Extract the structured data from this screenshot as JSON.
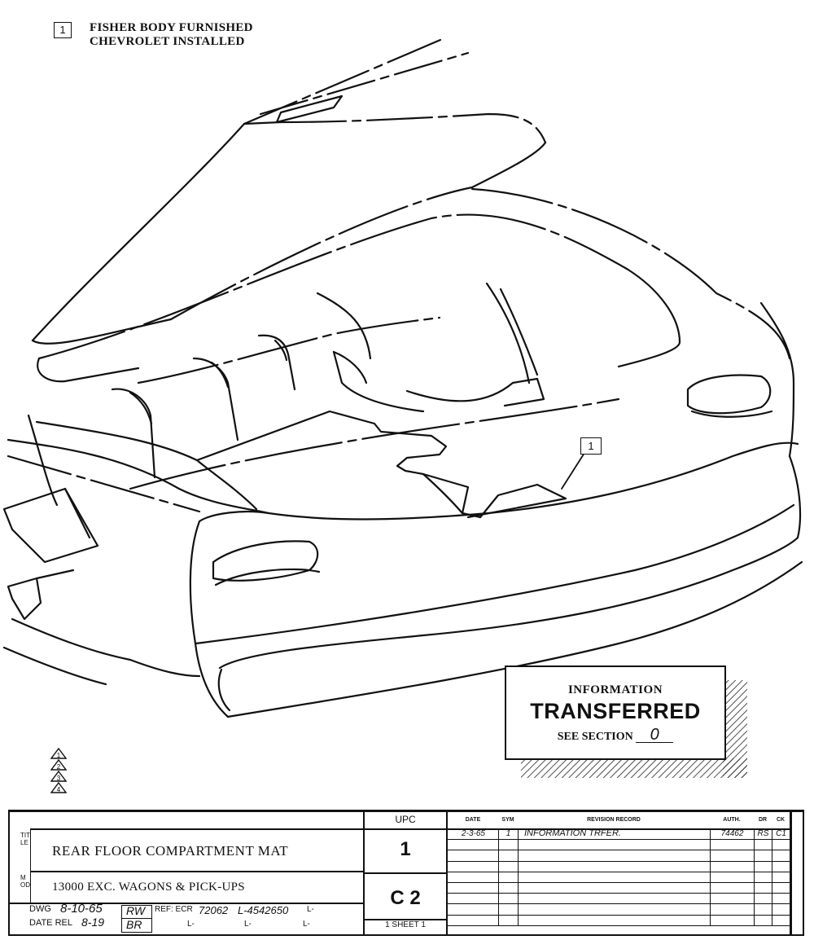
{
  "legend": {
    "marker": "1",
    "line1": "FISHER BODY FURNISHED",
    "line2": "CHEVROLET INSTALLED"
  },
  "callout": {
    "marker": "1"
  },
  "stamp": {
    "line1": "INFORMATION",
    "line2": "TRANSFERRED",
    "line3": "SEE SECTION",
    "section": "0"
  },
  "revision_triangles": [
    "1",
    "2",
    "3",
    "4"
  ],
  "title_block": {
    "title_label": "TITLE",
    "title": "REAR FLOOR COMPARTMENT MAT",
    "model_label": "MOD",
    "model": "13000 EXC. WAGONS & PICK-UPS",
    "dwg_label": "DWG",
    "dwg_date": "8-10-65",
    "dwg_initials": "RW",
    "date_rel_label": "DATE REL",
    "date_rel": "8-19",
    "date_rel_initials": "BR",
    "ref_label": "REF: ECR",
    "ref_ecr": "72062",
    "ref_part": "L-4542650",
    "ref_suffix": "L-",
    "l_marks": [
      "L-",
      "L-",
      "L-"
    ],
    "upc_header": "UPC",
    "upc": "1",
    "code": "C 2",
    "sheet_label": "1 SHEET 1"
  },
  "revision_record": {
    "headers": [
      "DATE",
      "SYM",
      "REVISION RECORD",
      "AUTH.",
      "DR",
      "CK"
    ],
    "rows": [
      [
        "2-3-65",
        "1",
        "INFORMATION TRFER.",
        "74462",
        "RS",
        "C1"
      ]
    ]
  }
}
